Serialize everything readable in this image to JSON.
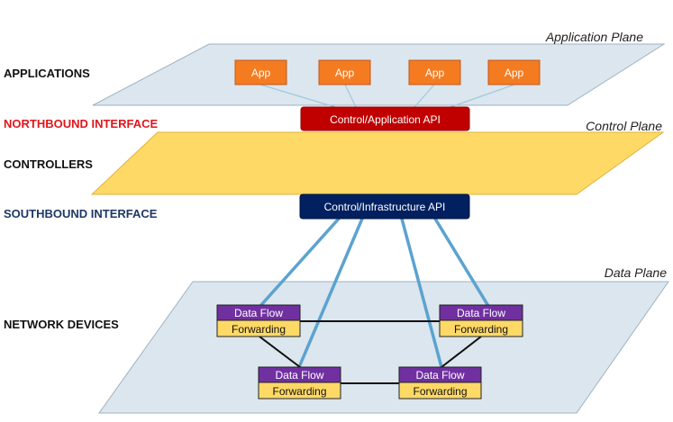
{
  "labels": {
    "applications": "APPLICATIONS",
    "northbound": "NORTHBOUND INTERFACE",
    "controllers": "CONTROLLERS",
    "southbound": "SOUTHBOUND INTERFACE",
    "network_devices": "NETWORK DEVICES"
  },
  "planes": {
    "application": "Application Plane",
    "control": "Control Plane",
    "data": "Data Plane"
  },
  "apps": [
    "App",
    "App",
    "App",
    "App"
  ],
  "apis": {
    "northbound": "Control/Application API",
    "southbound": "Control/Infrastructure API"
  },
  "devices": [
    {
      "top": "Data Flow",
      "bottom": "Forwarding"
    },
    {
      "top": "Data Flow",
      "bottom": "Forwarding"
    },
    {
      "top": "Data Flow",
      "bottom": "Forwarding"
    },
    {
      "top": "Data Flow",
      "bottom": "Forwarding"
    }
  ],
  "colors": {
    "app_fill": "#f47b20",
    "northbound_api": "#c00000",
    "southbound_api": "#002060",
    "control_plane": "#ffd966",
    "device_top": "#7030a0",
    "device_bottom": "#ffd966",
    "southbound_links": "#5ba3d0",
    "device_links": "#111111"
  }
}
